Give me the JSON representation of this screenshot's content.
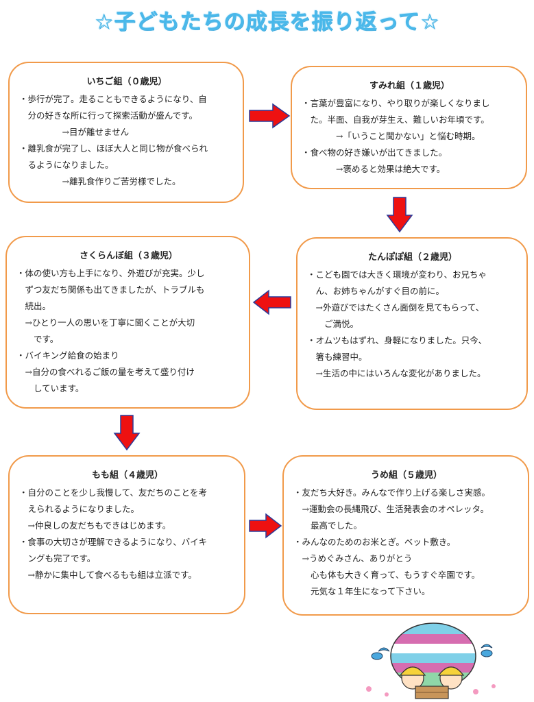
{
  "title": "☆子どもたちの成長を振り返って☆",
  "colors": {
    "title": "#49b8ea",
    "border": "#f19a4a",
    "arrow_fill": "#ee1111",
    "arrow_stroke": "#2a3a9a"
  },
  "groups": [
    {
      "heading": "いちご組（０歳児）",
      "lines": [
        "・歩行が完了。走ることもできるようになり、自",
        "　分の好きな所に行って探索活動が盛んです。",
        "　　　　　→目が離せません",
        "・離乳食が完了し、ほぼ大人と同じ物が食べられ",
        "　るようになりました。",
        "　　　　　→離乳食作りご苦労様でした。"
      ]
    },
    {
      "heading": "すみれ組（１歳児）",
      "lines": [
        "・言葉が豊富になり、やり取りが楽しくなりまし",
        "　た。半面、自我が芽生え、難しいお年頃です。",
        "　　　　→「いうこと聞かない」と悩む時期。",
        "・食べ物の好き嫌いが出てきました。",
        "　　　　→褒めると効果は絶大です。"
      ]
    },
    {
      "heading": "たんぽぽ組（２歳児）",
      "lines": [
        "・こども園では大きく環境が変わり、お兄ちゃ",
        "　ん、お姉ちゃんがすぐ目の前に。",
        "　→外遊びではたくさん面倒を見てもらって、",
        "　　ご満悦。",
        "・オムツもはずれ、身軽になりました。只今、",
        "　箸も練習中。",
        "　→生活の中にはいろんな変化がありました。"
      ]
    },
    {
      "heading": "さくらんぼ組（３歳児）",
      "lines": [
        "・体の使い方も上手になり、外遊びが充実。少し",
        "　ずつ友だち関係も出てきましたが、トラブルも",
        "　続出。",
        "　→ひとり一人の思いを丁寧に聞くことが大切",
        "　　です。",
        "・バイキング給食の始まり",
        "　→自分の食べれるご飯の量を考えて盛り付け",
        "　　しています。"
      ]
    },
    {
      "heading": "もも組（４歳児）",
      "lines": [
        "・自分のことを少し我慢して、友だちのことを考",
        "　えられるようになりました。",
        "　→仲良しの友だちもできはじめます。",
        "・食事の大切さが理解できるようになり、バイキ",
        "　ングも完了です。",
        "　→静かに集中して食べるもも組は立派です。"
      ]
    },
    {
      "heading": "うめ組（５歳児）",
      "lines": [
        "・友だち大好き。みんなで作り上げる楽しさ実感。",
        "　→運動会の長縄飛び、生活発表会のオペレッタ。",
        "　　最高でした。",
        "・みんなのためのお米とぎ。ベット敷き。",
        "　→うめぐみさん、ありがとう",
        "　　心も体も大きく育って、もうすぐ卒園です。",
        "　　元気な１年生になって下さい。"
      ]
    }
  ],
  "illustration_icon": "hot-air-balloon-children-icon"
}
